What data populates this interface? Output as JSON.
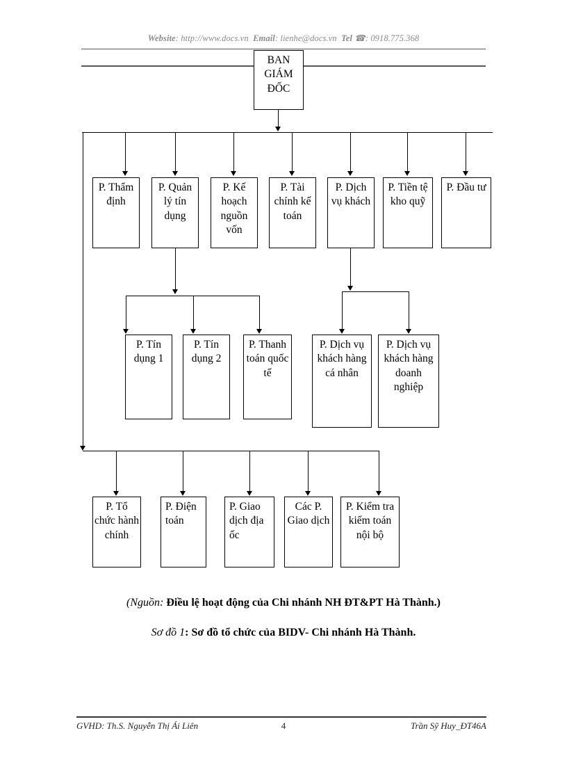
{
  "header": {
    "website_label": "Website",
    "website_value": ": http://www.docs.vn",
    "email_label": "Email",
    "email_value": ": lienhe@docs.vn",
    "tel_label": "Tel",
    "tel_icon": "telephone-icon",
    "tel_value": ": 0918.775.368"
  },
  "diagram": {
    "root": "BAN GIÁM ĐỐC",
    "level1": [
      "P. Thẩm định",
      "P. Quản lý tín dụng",
      "P. Kế hoạch nguồn vốn",
      "P. Tài chính kế toán",
      "P. Dịch vụ khách",
      "P. Tiền tệ kho quỹ",
      "P. Đầu tư"
    ],
    "level2_credit": [
      "P. Tín dụng 1",
      "P. Tín dụng 2",
      "P. Thanh toán quốc tế"
    ],
    "level2_service": [
      "P. Dịch vụ khách hàng cá nhân",
      "P. Dịch vụ khách hàng doanh nghiệp"
    ],
    "level3": [
      "P. Tổ chức hành chính",
      "P. Điện toán",
      "P. Giao dịch địa ốc",
      "Các P. Giao dịch",
      "P. Kiểm tra kiểm toán nội bộ"
    ]
  },
  "captions": {
    "source_prefix": "(Nguồn:",
    "source_body": " Điều lệ hoạt động của Chi nhánh NH ĐT&PT Hà Thành.)",
    "figure_prefix": "Sơ đồ 1",
    "figure_body": ": Sơ đồ tổ chức của BIDV- Chi nhánh Hà Thành."
  },
  "footer": {
    "left": "GVHD: Th.S. Nguyễn Thị Ái Liên",
    "page_number": "4",
    "right": "Trần Sỹ Huy_ĐT46A"
  }
}
